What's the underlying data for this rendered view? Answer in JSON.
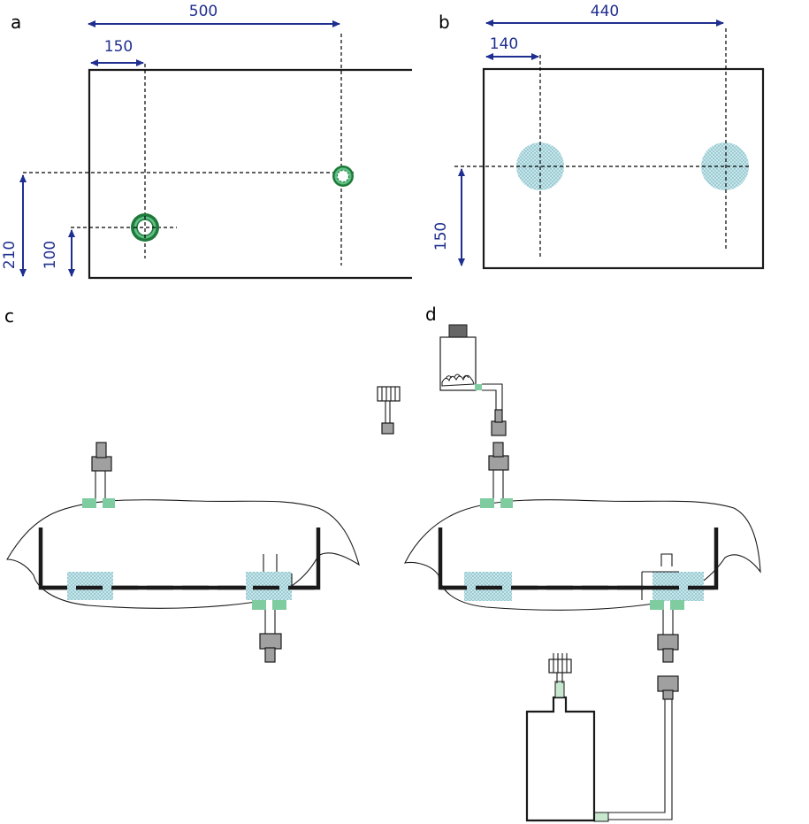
{
  "panels": {
    "a": {
      "label": "a",
      "dim_total_x": "500",
      "dim_hole_x": "150",
      "dim_total_y": "210",
      "dim_hole_y": "100"
    },
    "b": {
      "label": "b",
      "dim_total_x": "440",
      "dim_hole_x": "140",
      "dim_hole_y": "150"
    },
    "c": {
      "label": "c"
    },
    "d": {
      "label": "d"
    }
  },
  "colors": {
    "dimension": "#1f2f8f",
    "ring": "#1f7a3a",
    "ring_fill": "#5fbf86",
    "mesh": "#a9d6dc",
    "mesh_dot": "#7fb8c4",
    "connector_green": "#7fcca0",
    "fitting_gray": "#a0a0a0",
    "outline": "#1a1a1a"
  },
  "icons": [
    "ring-port-icon",
    "mesh-patch-icon",
    "valve-fitting-icon",
    "bottle-icon",
    "filter-jar-icon"
  ]
}
